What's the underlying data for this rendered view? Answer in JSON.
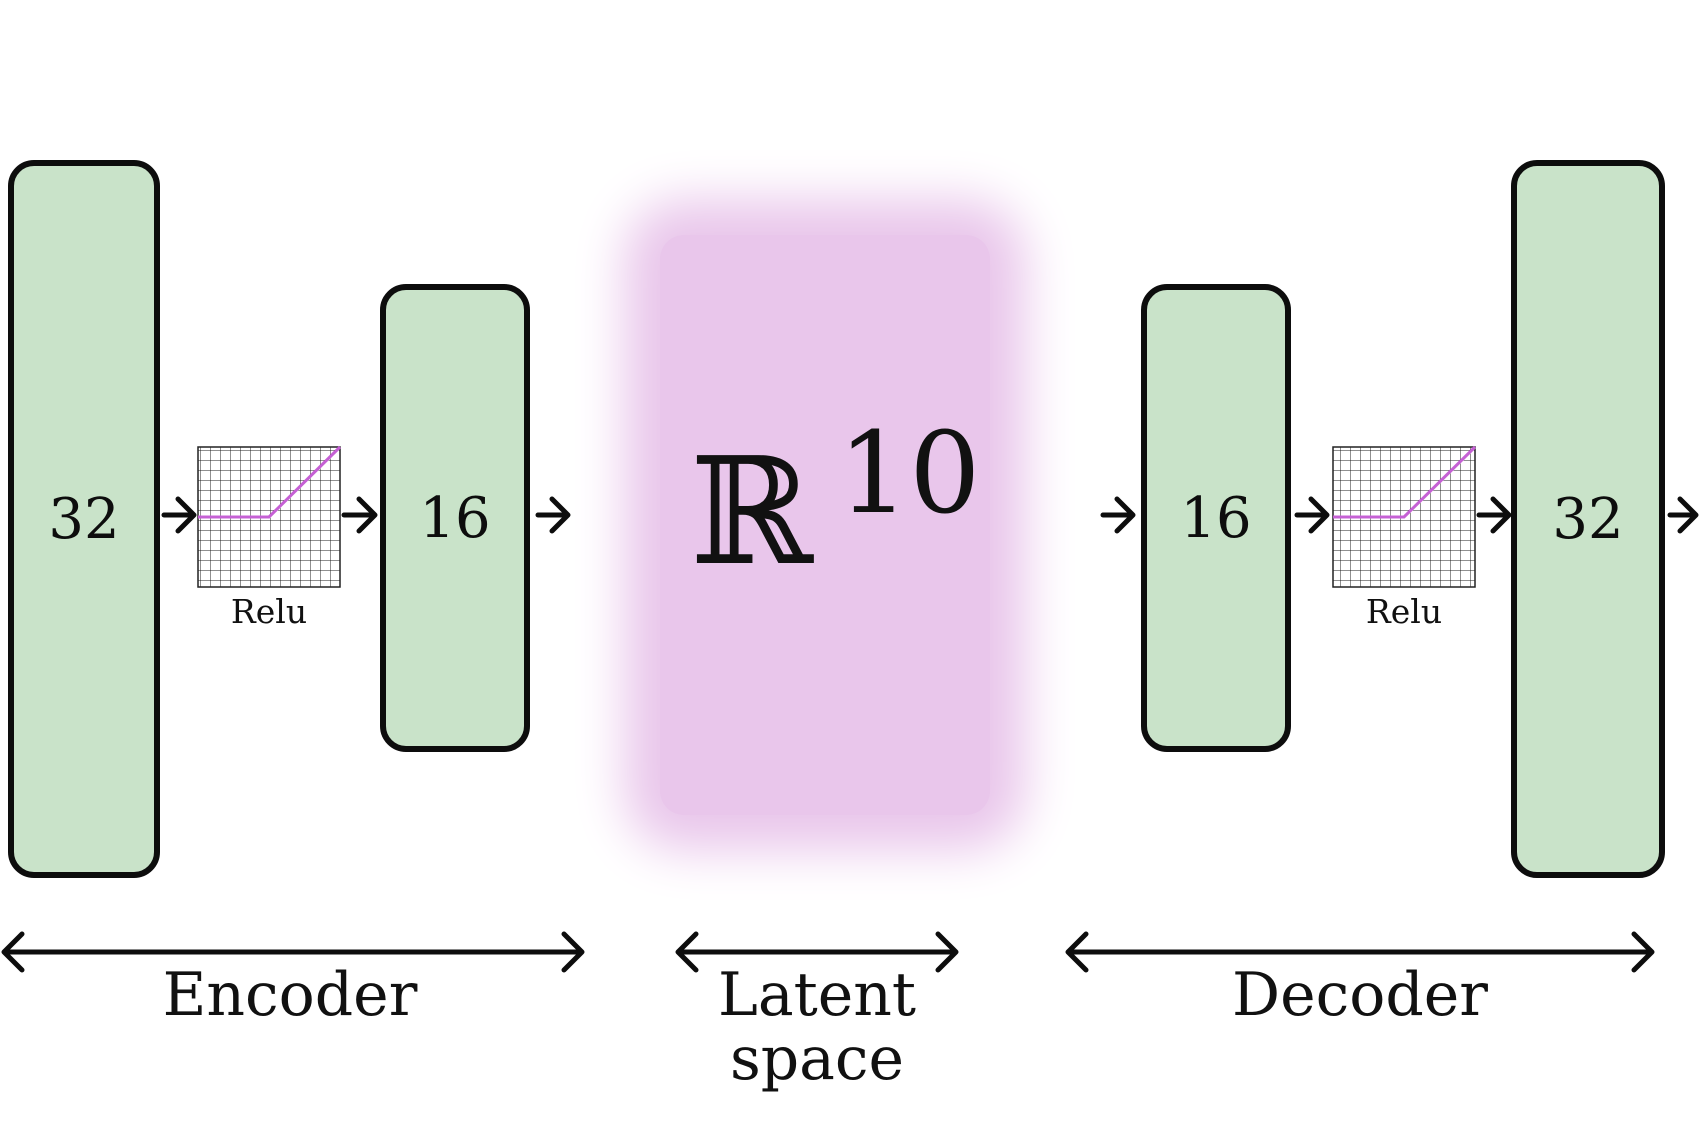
{
  "colors": {
    "layer_fill": "#c9e3c9",
    "latent_fill": "#e9c6eb",
    "relu_line": "#c560d4",
    "stroke": "#0d0d0d"
  },
  "encoder": {
    "layers": [
      {
        "units": "32"
      },
      {
        "units": "16"
      }
    ],
    "activation_label": "Relu"
  },
  "latent": {
    "symbol": "ℝ",
    "exponent": "10"
  },
  "decoder": {
    "layers": [
      {
        "units": "16"
      },
      {
        "units": "32"
      }
    ],
    "activation_label": "Relu"
  },
  "sections": {
    "encoder_label": "Encoder",
    "latent_label_line1": "Latent",
    "latent_label_line2": "space",
    "decoder_label": "Decoder"
  }
}
